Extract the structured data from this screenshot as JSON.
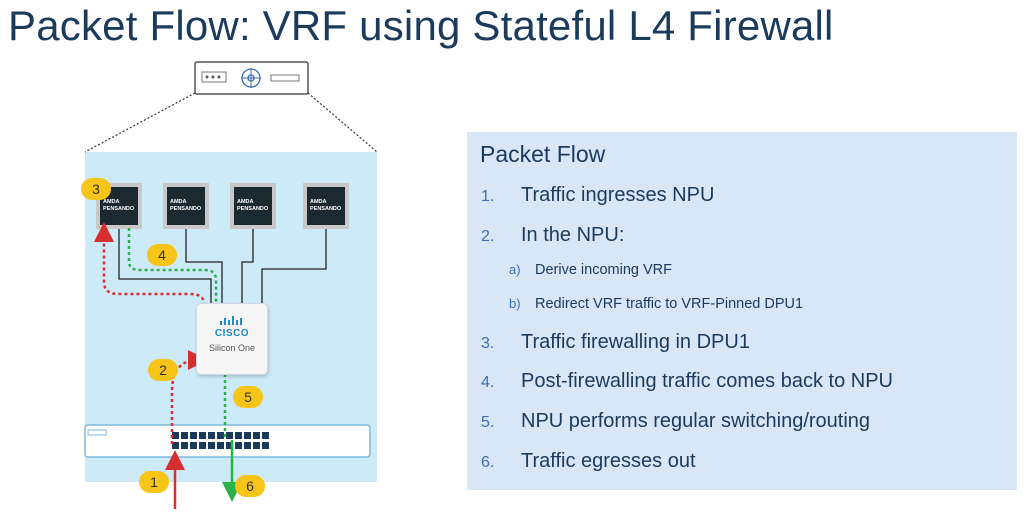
{
  "title": "Packet Flow: VRF using Stateful L4 Firewall",
  "colors": {
    "title": "#1b3a5c",
    "panel_bg": "#d9e6f5",
    "chassis_bg": "#cdeaf8",
    "badge": "#f7c518",
    "ingress_path": "#d62f2f",
    "return_path": "#2bb04a"
  },
  "panel": {
    "heading": "Packet Flow",
    "steps": [
      {
        "num": "1.",
        "text": "Traffic ingresses NPU"
      },
      {
        "num": "2.",
        "text": "In the NPU:"
      },
      {
        "num": "3.",
        "text": "Traffic firewalling in DPU1"
      },
      {
        "num": "4.",
        "text": "Post-firewalling traffic comes back to NPU"
      },
      {
        "num": "5.",
        "text": "NPU performs regular switching/routing"
      },
      {
        "num": "6.",
        "text": "Traffic egresses out"
      }
    ],
    "substeps": [
      {
        "num": "a)",
        "text": "Derive incoming VRF"
      },
      {
        "num": "b)",
        "text": "Redirect VRF traffic to VRF-Pinned DPU1"
      }
    ]
  },
  "diagram": {
    "badges": [
      "1",
      "2",
      "3",
      "4",
      "5",
      "6"
    ],
    "npu": {
      "brand": "CISCO",
      "model": "Silicon One"
    },
    "dpu_label": {
      "line1": "AMDA",
      "line2": "PENSANDO"
    },
    "server_icon": "server-appliance-icon",
    "dpu_icon": "dpu-chip-icon"
  }
}
